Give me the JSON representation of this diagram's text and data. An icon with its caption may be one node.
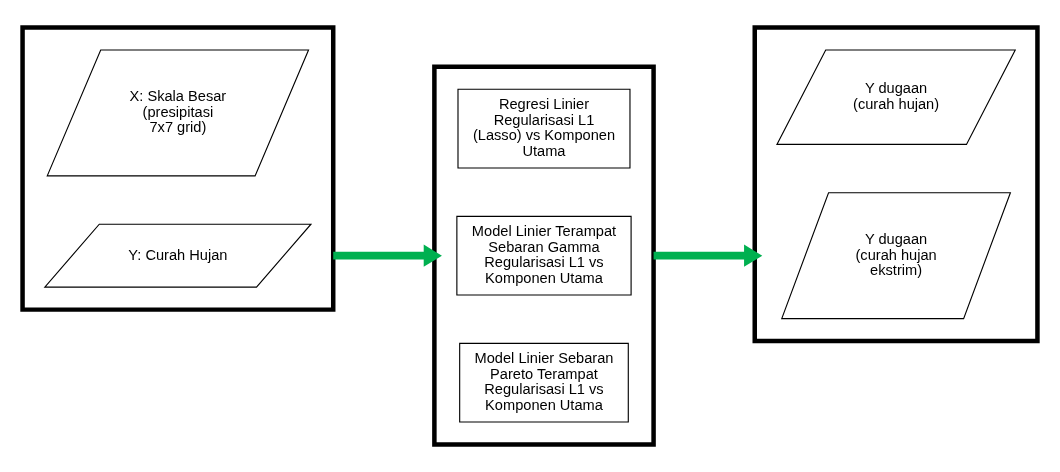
{
  "diagram": {
    "nodes": [
      {
        "text": [],
        "shape": "box"
      },
      {
        "text": [
          "X: Skala Besar (presipitasi 7x7 grid)"
        ],
        "in": 0
      },
      {
        "text": [
          "Y: Curah Hujan"
        ],
        "in": 0
      },
      {
        "text": [],
        "shape": "box"
      },
      {
        "text": [
          "Regresi Linier Regularisasi L1 (Lasso) vs Komponen Utama"
        ],
        "in": 3
      },
      {
        "text": [
          "Model Linier Terampat Sebaran Gamma Regularisasi L1 vs Komponen Utama"
        ],
        "in": 3
      },
      {
        "text": [
          "Model Linier Sebaran Pareto Terampat Regularisasi L1 vs Komponen Utama"
        ],
        "in": 3
      },
      {
        "text": [],
        "shape": "box"
      },
      {
        "text": [
          "Y dugaan (curah hujan)"
        ],
        "in": 7
      },
      {
        "text": [
          "Y dugaan (curah hujan ekstrim)"
        ],
        "in": 7
      }
    ],
    "edges": [
      {
        "from": 0,
        "to": 3,
        "arrow": "to"
      },
      {
        "from": 3,
        "to": 7,
        "arrow": "to"
      }
    ]
  }
}
